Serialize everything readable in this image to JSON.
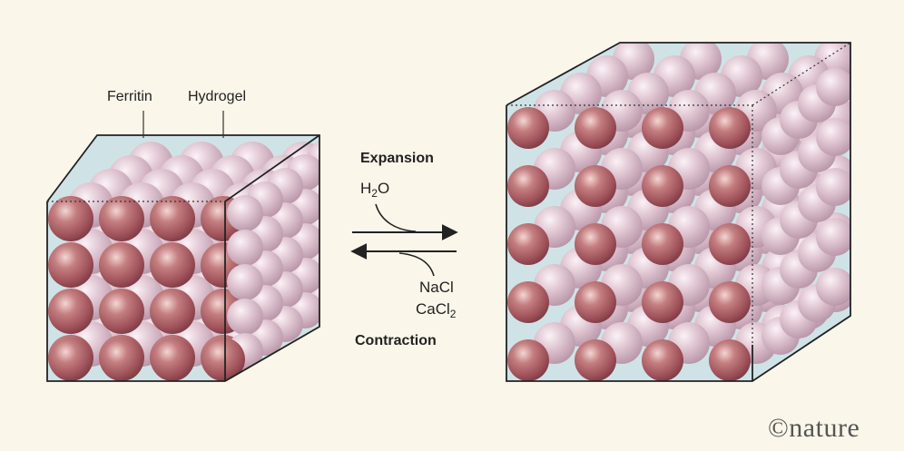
{
  "labels": {
    "ferritin": "Ferritin",
    "hydrogel": "Hydrogel",
    "expansion": "Expansion",
    "contraction": "Contraction",
    "water": {
      "base": "H",
      "sub": "2",
      "tail": "O"
    },
    "nacl": "NaCl",
    "cacl2": {
      "base": "CaCl",
      "sub": "2"
    }
  },
  "logo": {
    "symbol": "©",
    "text": "nature"
  },
  "colors": {
    "background": "#fbf6ea",
    "hydrogel": "#cfe3e7",
    "sphere_front": "#b0606a",
    "sphere_back": "#d9bfcb",
    "ink": "#222222"
  }
}
